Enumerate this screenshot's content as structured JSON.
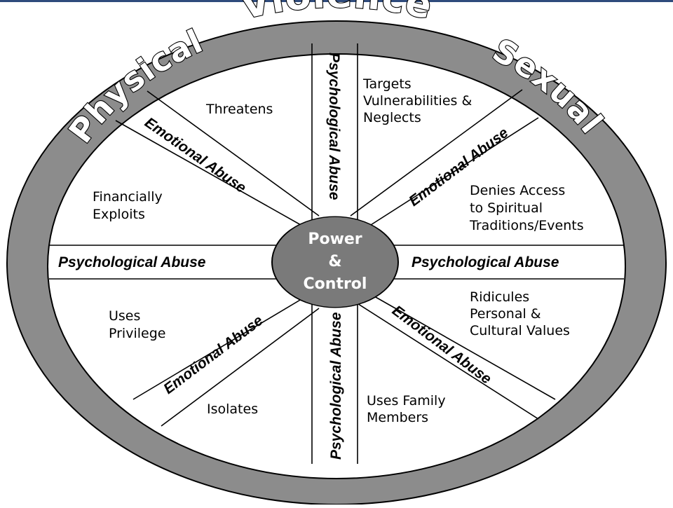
{
  "outer_ring": {
    "top": "Violence",
    "left": "Physical",
    "right": "Sexual"
  },
  "hub": {
    "line1": "Power",
    "line2": "&",
    "line3": "Control"
  },
  "spokes": {
    "psych_top": "Psychological Abuse",
    "psych_bottom": "Psychological Abuse",
    "psych_left": "Psychological Abuse",
    "psych_right": "Psychological Abuse",
    "emo_upper_left": "Emotional Abuse",
    "emo_upper_right": "Emotional Abuse",
    "emo_lower_left": "Emotional Abuse",
    "emo_lower_right": "Emotional Abuse"
  },
  "tactics": {
    "threatens": [
      "Threatens"
    ],
    "targets": [
      "Targets",
      "Vulnerabilities &",
      "Neglects"
    ],
    "financially": [
      "Financially",
      "Exploits"
    ],
    "denies": [
      "Denies Access",
      "to Spiritual",
      "Traditions/Events"
    ],
    "privilege": [
      "Uses",
      "Privilege"
    ],
    "ridicules": [
      "Ridicules",
      "Personal &",
      "Cultural Values"
    ],
    "isolates": [
      "Isolates"
    ],
    "family": [
      "Uses Family",
      "Members"
    ]
  },
  "colors": {
    "ring": "#8c8c8c",
    "hub": "#7a7a7a",
    "outline": "#000000",
    "accent_bar": "#2f4b7c"
  }
}
